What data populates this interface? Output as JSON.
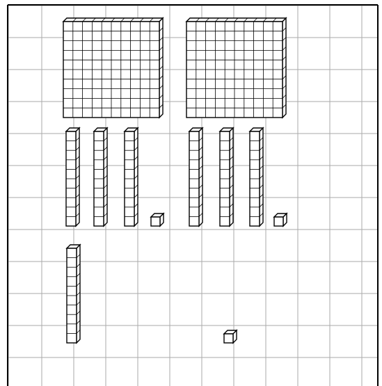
{
  "workspace": {
    "background": "#ffffff",
    "grid_color": "#aaaaaa",
    "border_color": "#000000",
    "block_stroke": "#000000",
    "block_fill": "#ffffff"
  },
  "blocks": {
    "hundreds": {
      "count": 2,
      "icon": "base-ten-flat"
    },
    "tens": {
      "count": 7,
      "icon": "base-ten-rod"
    },
    "ones": {
      "count": 3,
      "icon": "base-ten-unit-cube"
    }
  }
}
